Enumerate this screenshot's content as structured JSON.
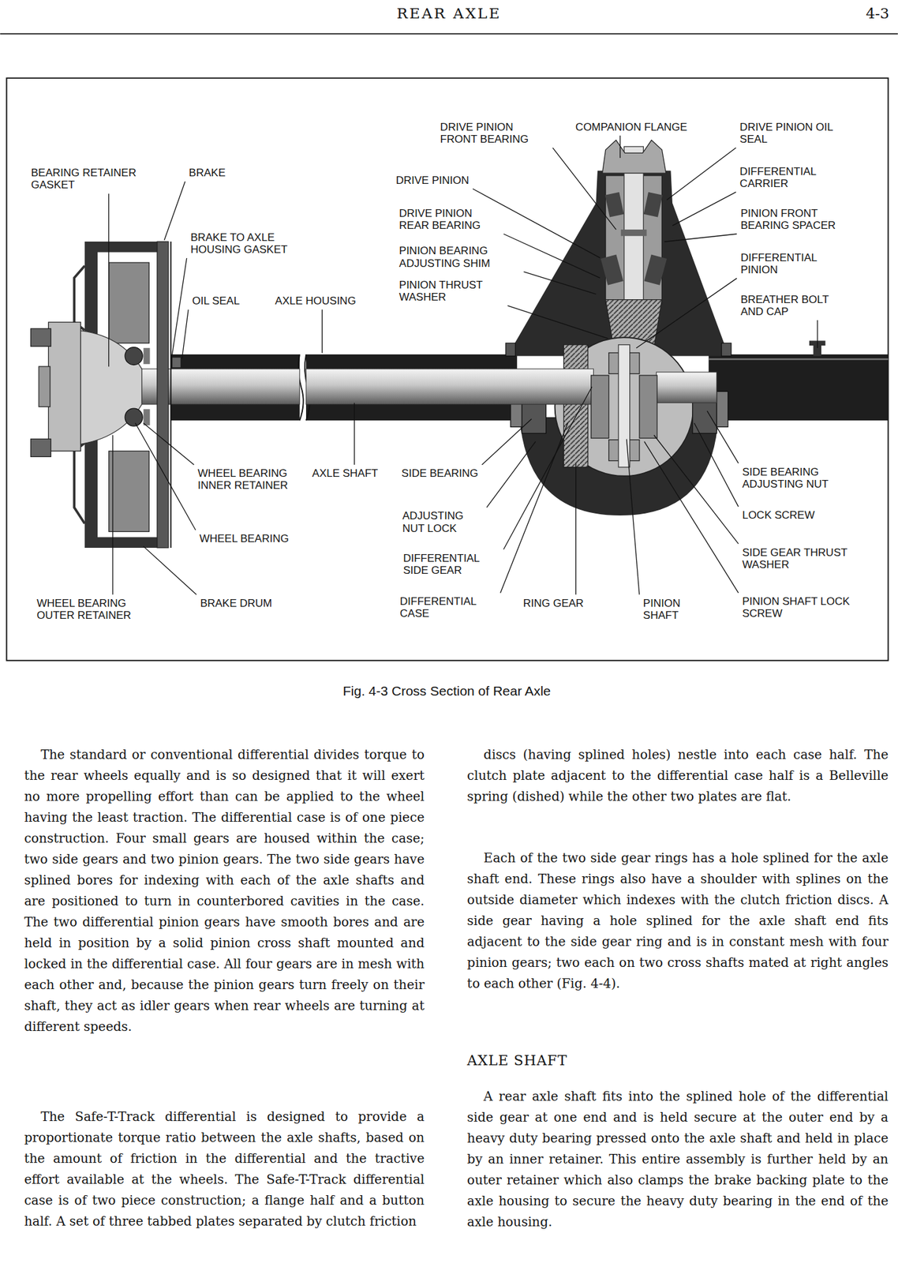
{
  "diagram": {
    "title": "REAR AXLE",
    "caption": "Fig. 4-3 Cross Section of Rear Axle",
    "labels": [
      "4-3",
      "DRIVE PINION FRONT BEARING",
      "COMPANION FLANGE",
      "DRIVE PINION OIL SEAL",
      "BEARING RETAINER GASKET",
      "BRAKE",
      "DRIVE PINION",
      "DIFFERENTIAL CARRIER",
      "DRIVE PINION REAR BEARING",
      "PINION FRONT BEARING SPACER",
      "BRAKE TO AXLE HOUSING GASKET",
      "PINION BEARING ADJUSTING SHIM",
      "DIFFERENTIAL PINION",
      "PINION THRUST WASHER",
      "OIL SEAL",
      "AXLE HOUSING",
      "BREATHER BOLT AND CAP",
      "WHEEL BEARING INNER RETAINER",
      "AXLE SHAFT",
      "SIDE BEARING",
      "SIDE BEARING ADJUSTING NUT",
      "ADJUSTING NUT LOCK",
      "LOCK SCREW",
      "WHEEL BEARING",
      "DIFFERENTIAL SIDE GEAR",
      "SIDE GEAR THRUST WASHER",
      "WHEEL BEARING OUTER RETAINER",
      "BRAKE DRUM",
      "DIFFERENTIAL CASE",
      "RING GEAR",
      "PINION SHAFT",
      "PINION SHAFT LOCK SCREW",
      "The standard or conventional differential divides torque to the rear wheels equally and is so designed that it will exert no more propelling effort than can be applied to the wheel having the least traction. The differential case is of one piece construction. Four small gears are housed within the case; two side gears and two pinion gears. The two side gears have splined bores for indexing with each of the axle shafts and are positioned to turn in counterbored cavities in the case. The two differential pinion gears have smooth bores and are held in position by a solid pinion cross shaft mounted and locked in the differential case. All four gears are in mesh with each other and, because the pinion gears turn freely on their shaft, they act as idler gears when rear wheels are turning at different speeds.",
      "The Safe-T-Track differential is designed to provide a proportionate torque ratio between the axle shafts, based on the amount of friction in the differential and the tractive effort available at the wheels. The Safe-T-Track differential case is of two piece construction; a flange half and a button half. A set of three tabbed plates separated by clutch friction",
      "discs (having splined holes) nestle into each case half. The clutch plate adjacent to the differential case half is a Belleville spring (dished) while the other two plates are flat.",
      "Each of the two side gear rings has a hole splined for the axle shaft end. These rings also have a shoulder with splines on the outside diameter which indexes with the clutch friction discs. A side gear having a hole splined for the axle shaft end fits adjacent to the side gear ring and is in constant mesh with four pinion gears; two each on two cross shafts mated at right angles to each other (Fig. 4-4).",
      "AXLE SHAFT",
      "A rear axle shaft fits into the splined hole of the differential side gear at one end and is held secure at the outer end by a heavy duty bearing pressed onto the axle shaft and held in place by an inner retainer. This entire assembly is further held by an outer retainer which also clamps the brake backing plate to the axle housing to secure the heavy duty bearing in the end of the axle housing."
    ]
  }
}
